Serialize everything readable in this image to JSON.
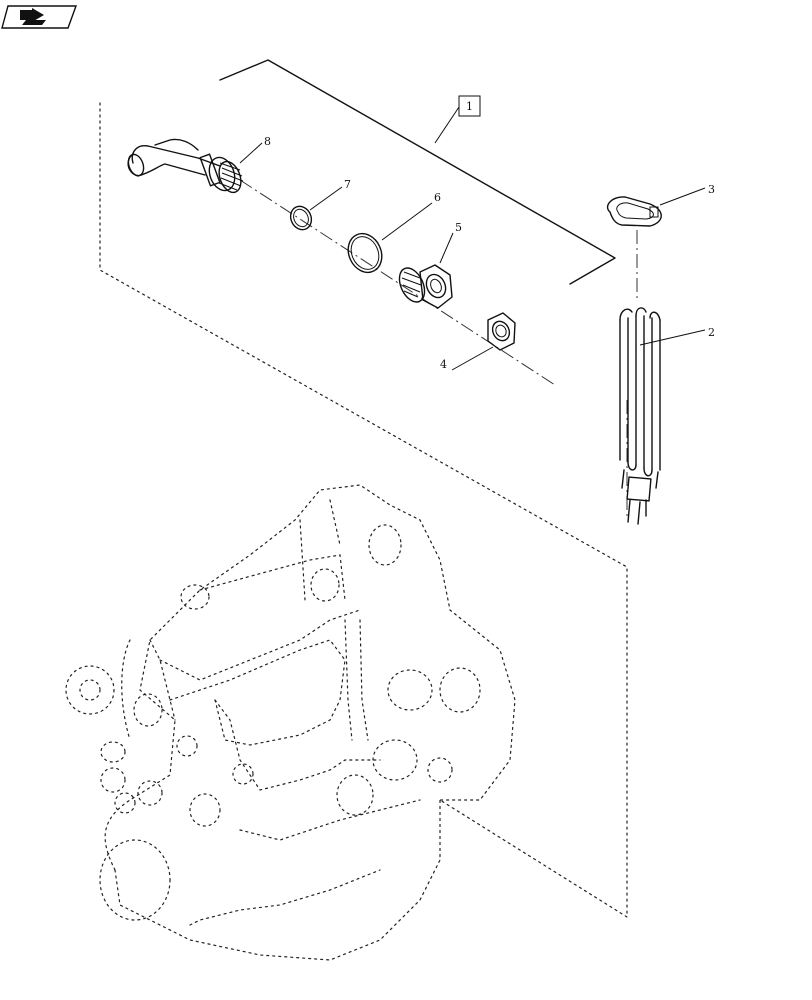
{
  "assembly_label": "1",
  "callouts": [
    {
      "label": "2"
    },
    {
      "label": "3"
    },
    {
      "label": "4"
    },
    {
      "label": "5"
    },
    {
      "label": "6"
    },
    {
      "label": "7"
    },
    {
      "label": "8"
    }
  ],
  "icons": {
    "nav": "return-arrow-icon"
  }
}
